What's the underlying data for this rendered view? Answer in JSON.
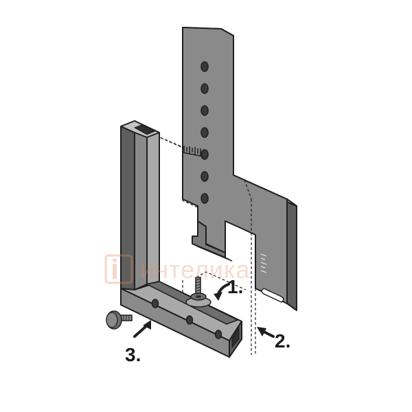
{
  "steps": {
    "one": "1.",
    "two": "2.",
    "three": "3."
  },
  "watermark": {
    "text": "интелика",
    "color": "#e8a080"
  },
  "colors": {
    "metal": "#8a8a8a",
    "metal_dark": "#5e5e5e",
    "metal_light": "#a9a9a9",
    "outline": "#1f1f1f",
    "background": "#ffffff"
  }
}
